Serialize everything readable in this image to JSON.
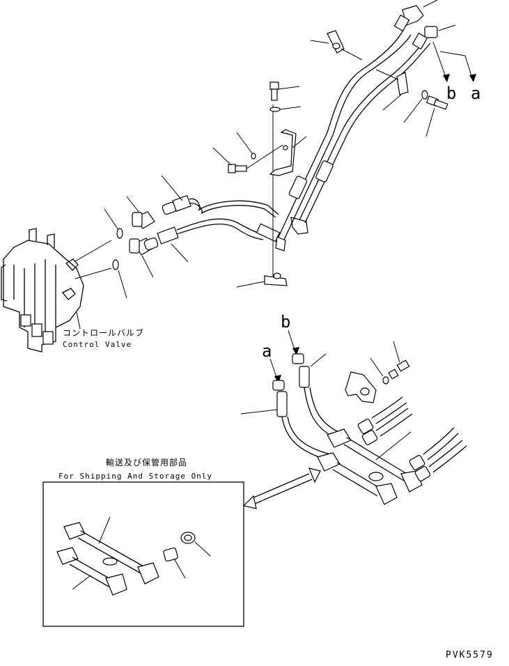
{
  "labels": {
    "control_valve_jp": "コントロールバルブ",
    "control_valve_en": "Control Valve",
    "shipping_jp": "輸送及び保管用部品",
    "shipping_en": "For Shipping And Storage Only",
    "ref_a": "a",
    "ref_b": "b",
    "drawing_code": "PVK5579"
  }
}
